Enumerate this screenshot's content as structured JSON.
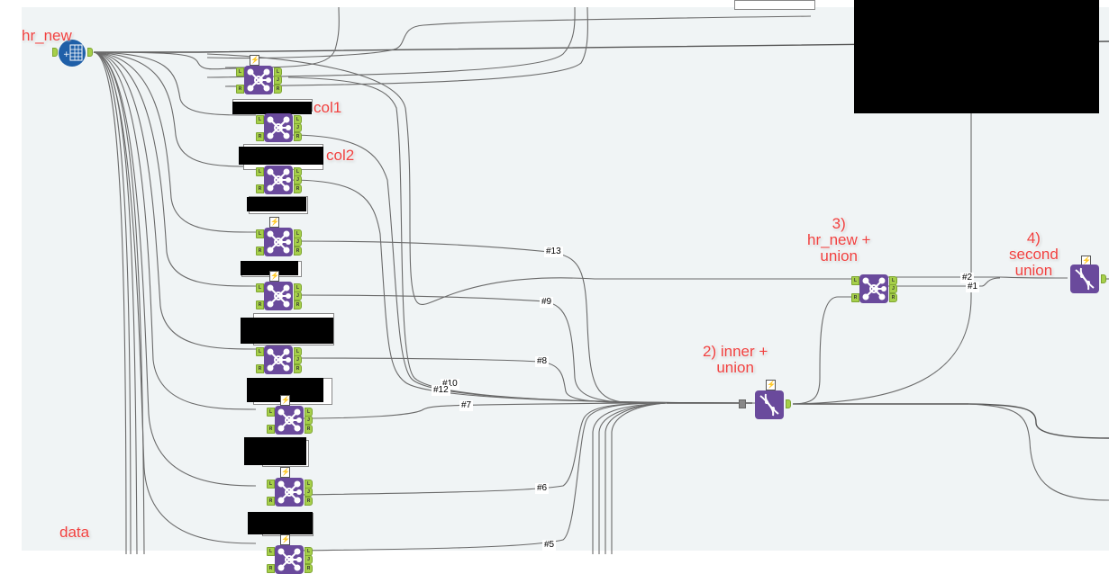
{
  "canvas": {
    "background": "#f0f4f5",
    "tool_color": "#6a4a9c",
    "anchor_color": "#a6cf4a",
    "annotation_color": "#f0403f"
  },
  "annotations": {
    "hr_new": "hr_new",
    "col1": "col1",
    "col2": "col2",
    "data": "data",
    "inner_union_line1": "2) inner +",
    "inner_union_line2": "union",
    "hr_new_union_line1": "3)",
    "hr_new_union_line2": "hr_new +",
    "hr_new_union_line3": "union",
    "second_union_line1": "4)",
    "second_union_line2": "second",
    "second_union_line3": "union"
  },
  "anchors": {
    "left": "L",
    "right": "R",
    "join": "J",
    "bolt": "⚡"
  },
  "wire_labels": [
    "#13",
    "#9",
    "#8",
    "#10",
    "#12",
    "#7",
    "#6",
    "#5",
    "#2",
    "#1"
  ],
  "tools": {
    "input": {
      "name": "hr_new",
      "icon": "input-data-icon"
    },
    "join_tools_count": 9,
    "union_tools": [
      "2) inner + union",
      "4) second union"
    ],
    "join_final": "3) hr_new + union"
  }
}
